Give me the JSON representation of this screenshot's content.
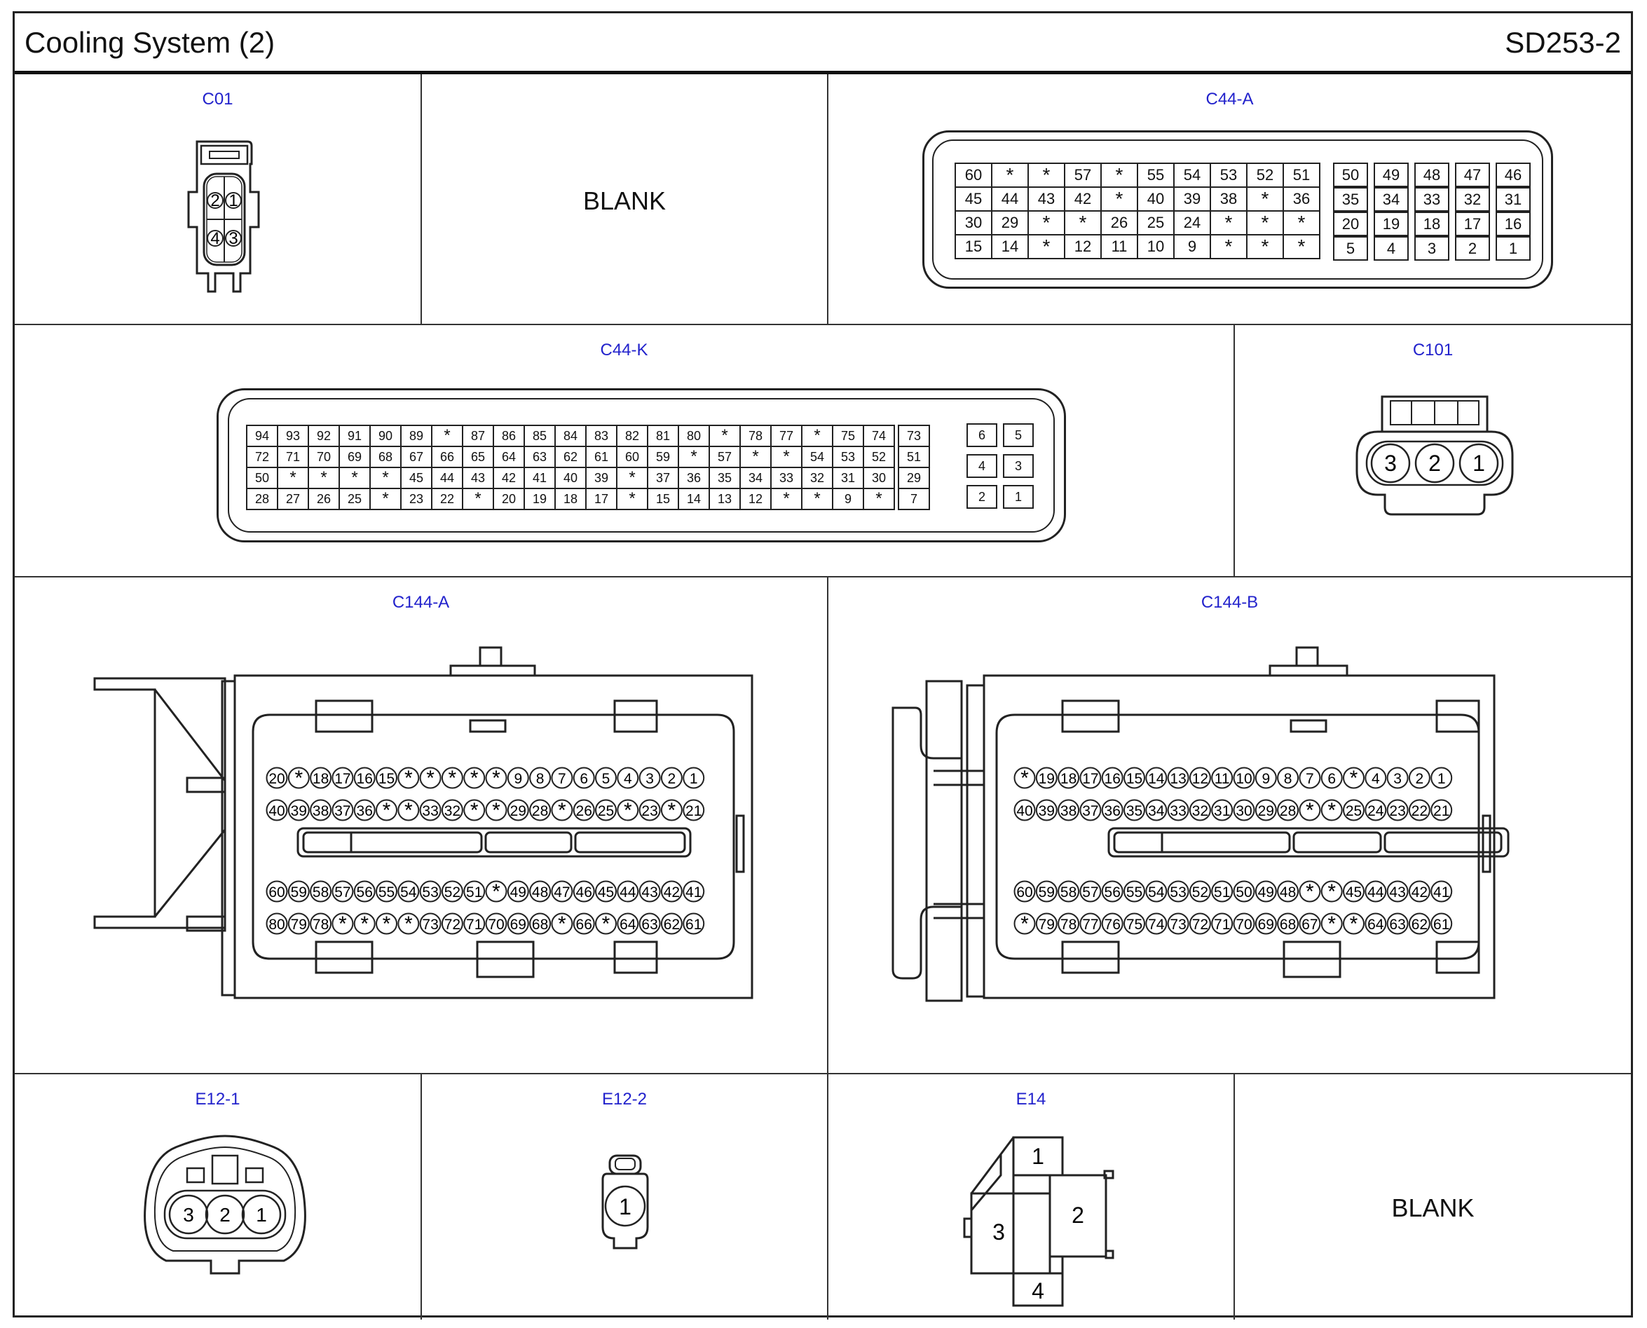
{
  "header": {
    "title": "Cooling System (2)",
    "code": "SD253-2"
  },
  "connectors": {
    "c01": {
      "label": "C01",
      "pins": [
        "2",
        "1",
        "4",
        "3"
      ]
    },
    "blank1": {
      "label": "BLANK"
    },
    "c44a": {
      "label": "C44-A",
      "rows": [
        [
          "60",
          "*",
          "*",
          "57",
          "*",
          "55",
          "54",
          "53",
          "52",
          "51",
          "50",
          "49",
          "48",
          "47",
          "46"
        ],
        [
          "45",
          "44",
          "43",
          "42",
          "*",
          "40",
          "39",
          "38",
          "*",
          "36",
          "35",
          "34",
          "33",
          "32",
          "31"
        ],
        [
          "30",
          "29",
          "*",
          "*",
          "26",
          "25",
          "24",
          "*",
          "*",
          "*",
          "20",
          "19",
          "18",
          "17",
          "16"
        ],
        [
          "15",
          "14",
          "*",
          "12",
          "11",
          "10",
          "9",
          "*",
          "*",
          "*",
          "5",
          "4",
          "3",
          "2",
          "1"
        ]
      ]
    },
    "c44k": {
      "label": "C44-K",
      "rows": [
        [
          "94",
          "93",
          "92",
          "91",
          "90",
          "89",
          "*",
          "87",
          "86",
          "85",
          "84",
          "83",
          "82",
          "81",
          "80",
          "*",
          "78",
          "77",
          "*",
          "75",
          "74",
          "73"
        ],
        [
          "72",
          "71",
          "70",
          "69",
          "68",
          "67",
          "66",
          "65",
          "64",
          "63",
          "62",
          "61",
          "60",
          "59",
          "*",
          "57",
          "*",
          "*",
          "54",
          "53",
          "52",
          "51"
        ],
        [
          "50",
          "*",
          "*",
          "*",
          "*",
          "45",
          "44",
          "43",
          "42",
          "41",
          "40",
          "39",
          "*",
          "37",
          "36",
          "35",
          "34",
          "33",
          "32",
          "31",
          "30",
          "29"
        ],
        [
          "28",
          "27",
          "26",
          "25",
          "*",
          "23",
          "22",
          "*",
          "20",
          "19",
          "18",
          "17",
          "*",
          "15",
          "14",
          "13",
          "12",
          "*",
          "*",
          "9",
          "*",
          "7"
        ]
      ],
      "side": [
        [
          "6",
          "5"
        ],
        [
          "4",
          "3"
        ],
        [
          "2",
          "1"
        ]
      ]
    },
    "c101": {
      "label": "C101",
      "pins": [
        "3",
        "2",
        "1"
      ]
    },
    "c144a": {
      "label": "C144-A",
      "rows": [
        [
          "20",
          "*",
          "18",
          "17",
          "16",
          "15",
          "*",
          "*",
          "*",
          "*",
          "*",
          "9",
          "8",
          "7",
          "6",
          "5",
          "4",
          "3",
          "2",
          "1"
        ],
        [
          "40",
          "39",
          "38",
          "37",
          "36",
          "*",
          "*",
          "33",
          "32",
          "*",
          "*",
          "29",
          "28",
          "*",
          "26",
          "25",
          "*",
          "23",
          "*",
          "21"
        ],
        [
          "60",
          "59",
          "58",
          "57",
          "56",
          "55",
          "54",
          "53",
          "52",
          "51",
          "*",
          "49",
          "48",
          "47",
          "46",
          "45",
          "44",
          "43",
          "42",
          "41"
        ],
        [
          "80",
          "79",
          "78",
          "*",
          "*",
          "*",
          "*",
          "73",
          "72",
          "71",
          "70",
          "69",
          "68",
          "*",
          "66",
          "*",
          "64",
          "63",
          "62",
          "61"
        ]
      ]
    },
    "c144b": {
      "label": "C144-B",
      "rows": [
        [
          "*",
          "19",
          "18",
          "17",
          "16",
          "15",
          "14",
          "13",
          "12",
          "11",
          "10",
          "9",
          "8",
          "7",
          "6",
          "*",
          "4",
          "3",
          "2",
          "1"
        ],
        [
          "40",
          "39",
          "38",
          "37",
          "36",
          "35",
          "34",
          "33",
          "32",
          "31",
          "30",
          "29",
          "28",
          "*",
          "*",
          "25",
          "24",
          "23",
          "22",
          "21"
        ],
        [
          "60",
          "59",
          "58",
          "57",
          "56",
          "55",
          "54",
          "53",
          "52",
          "51",
          "50",
          "49",
          "48",
          "*",
          "*",
          "45",
          "44",
          "43",
          "42",
          "41"
        ],
        [
          "*",
          "79",
          "78",
          "77",
          "76",
          "75",
          "74",
          "73",
          "72",
          "71",
          "70",
          "69",
          "68",
          "67",
          "*",
          "*",
          "64",
          "63",
          "62",
          "61"
        ]
      ]
    },
    "e12_1": {
      "label": "E12-1",
      "pins": [
        "3",
        "2",
        "1"
      ]
    },
    "e12_2": {
      "label": "E12-2",
      "pins": [
        "1"
      ]
    },
    "e14": {
      "label": "E14",
      "pins": [
        "1",
        "2",
        "3",
        "4"
      ]
    },
    "blank2": {
      "label": "BLANK"
    }
  }
}
